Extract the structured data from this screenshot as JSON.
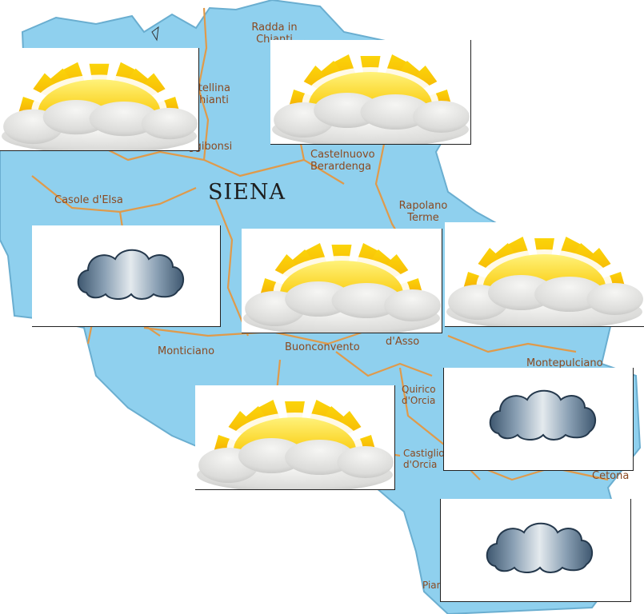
{
  "map": {
    "city_label": "SIENA",
    "towns": {
      "radda": "Radda in Chianti",
      "castellina": "Castellina in Chianti",
      "poggibonsi": "Poggibonsi",
      "castelnuovo": "Castelnuovo Berardenga",
      "casole": "Casole d'Elsa",
      "rapolano": "Rapolano Terme",
      "monticiano": "Monticiano",
      "buonconvento": "Buonconvento",
      "asso": "d'Asso",
      "montepulciano": "Montepulciano",
      "quirico": "Quirico d'Orcia",
      "castiglione": "Castiglione d'Orcia",
      "cetona": "Cetona",
      "piancastagnaio": "Piancastagnaio"
    },
    "colors": {
      "land": "#8fd0ee",
      "border": "#e09a4a",
      "label": "#8a4a22"
    }
  },
  "forecast": [
    {
      "condition": "sun-behind-cloud-icon"
    },
    {
      "condition": "sun-behind-cloud-icon"
    },
    {
      "condition": "cloud-icon"
    },
    {
      "condition": "sun-behind-cloud-icon"
    },
    {
      "condition": "sun-behind-cloud-icon"
    },
    {
      "condition": "sun-behind-cloud-icon"
    },
    {
      "condition": "cloud-icon"
    },
    {
      "condition": "cloud-icon"
    }
  ]
}
